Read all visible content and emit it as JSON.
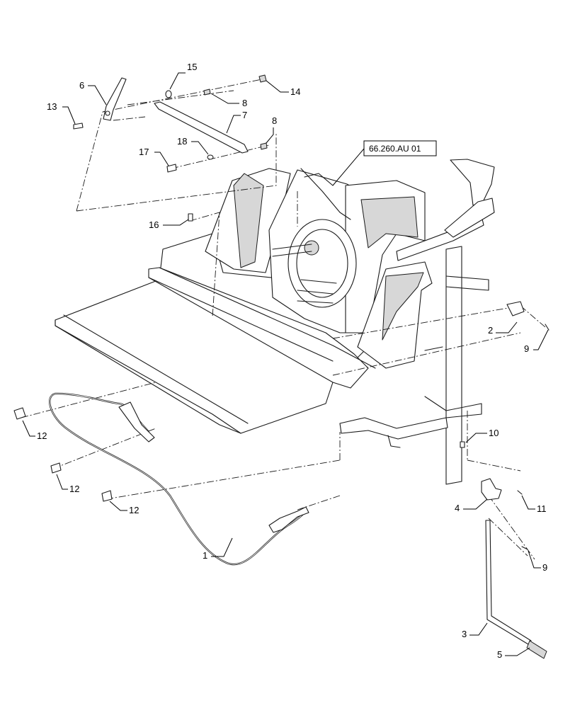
{
  "reference_box": {
    "label": "66.260.AU 01"
  },
  "callouts": [
    {
      "id": "c1",
      "number": "1"
    },
    {
      "id": "c2",
      "number": "2"
    },
    {
      "id": "c3",
      "number": "3"
    },
    {
      "id": "c4",
      "number": "4"
    },
    {
      "id": "c5",
      "number": "5"
    },
    {
      "id": "c6",
      "number": "6"
    },
    {
      "id": "c7",
      "number": "7"
    },
    {
      "id": "c8a",
      "number": "8"
    },
    {
      "id": "c8b",
      "number": "8"
    },
    {
      "id": "c9a",
      "number": "9"
    },
    {
      "id": "c9b",
      "number": "9"
    },
    {
      "id": "c10",
      "number": "10"
    },
    {
      "id": "c11",
      "number": "11"
    },
    {
      "id": "c12a",
      "number": "12"
    },
    {
      "id": "c12b",
      "number": "12"
    },
    {
      "id": "c12c",
      "number": "12"
    },
    {
      "id": "c13",
      "number": "13"
    },
    {
      "id": "c14",
      "number": "14"
    },
    {
      "id": "c15",
      "number": "15"
    },
    {
      "id": "c16",
      "number": "16"
    },
    {
      "id": "c17",
      "number": "17"
    },
    {
      "id": "c18",
      "number": "18"
    }
  ]
}
